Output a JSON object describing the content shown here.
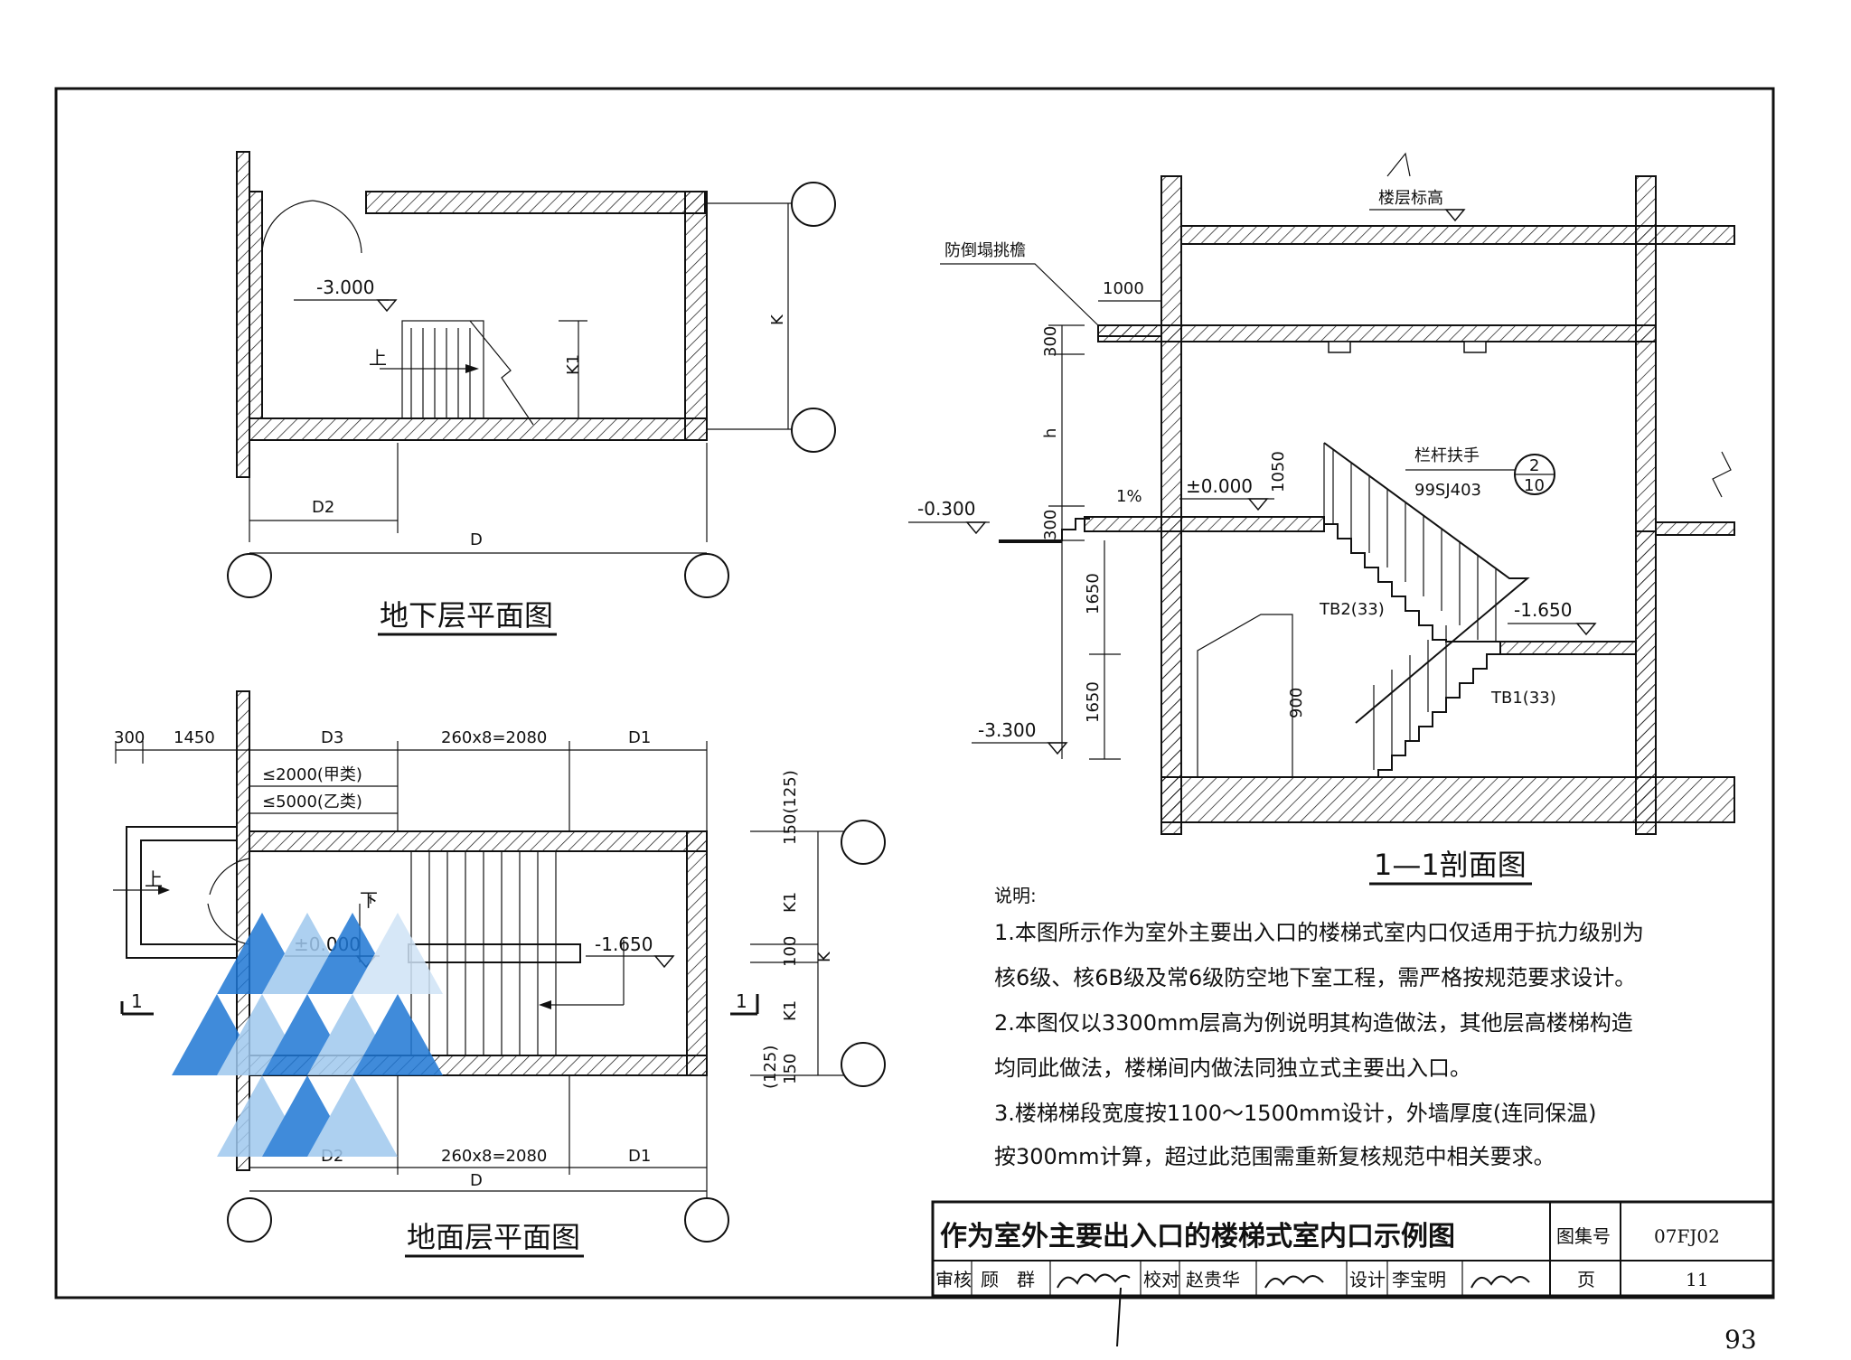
{
  "sheet": {
    "page_number": "93"
  },
  "basement_plan": {
    "title": "地下层平面图",
    "level": "-3.000",
    "up_label": "上",
    "dims": {
      "k": "K",
      "k1": "K1",
      "d2": "D2",
      "d": "D"
    }
  },
  "ground_plan": {
    "title": "地面层平面图",
    "level_top": "±0.000",
    "level_landing": "-1.650",
    "up_label": "上",
    "down_label": "下",
    "section_mark": "1",
    "top_dims": [
      "300",
      "1450",
      "D3",
      "260x8=2080",
      "D1"
    ],
    "limit_a": "≤2000(甲类)",
    "limit_b": "≤5000(乙类)",
    "bottom_dims": [
      "D2",
      "260x8=2080",
      "D1"
    ],
    "total": "D",
    "side_dims": [
      "150(125)",
      "K1",
      "100",
      "K1",
      "150",
      "(125)",
      "K"
    ]
  },
  "section": {
    "title": "1—1剖面图",
    "floor_level_label": "楼层标高",
    "canopy_label": "防倒塌挑檐",
    "canopy_dim": "1000",
    "dims_left": [
      "300",
      "h",
      "1050",
      "300",
      "1650",
      "1650",
      "900"
    ],
    "slope": "1%",
    "level_outside": "-0.300",
    "level_zero": "±0.000",
    "level_landing": "-1.650",
    "level_bottom": "-3.300",
    "railing_label": "栏杆扶手",
    "railing_ref": "99SJ403",
    "detail_num": "2",
    "detail_sheet": "10",
    "flight2": "TB2(33)",
    "flight1": "TB1(33)"
  },
  "notes": {
    "heading": "说明:",
    "lines": [
      "1.本图所示作为室外主要出入口的楼梯式室内口仅适用于抗力级别为",
      "核6级、核6B级及常6级防空地下室工程，需严格按规范要求设计。",
      "2.本图仅以3300mm层高为例说明其构造做法，其他层高楼梯构造",
      "均同此做法，楼梯间内做法同独立式主要出入口。",
      "3.楼梯梯段宽度按1100～1500mm设计，外墙厚度(连同保温)",
      "按300mm计算，超过此范围需重新复核规范中相关要求。"
    ]
  },
  "title_block": {
    "title": "作为室外主要出入口的楼梯式室内口示例图",
    "atlas_label": "图集号",
    "atlas_no": "07FJ02",
    "review_label": "审核",
    "reviewer": "顾　群",
    "check_label": "校对",
    "checker": "赵贵华",
    "design_label": "设计",
    "designer": "李宝明",
    "page_label": "页",
    "page_no": "11"
  },
  "colors": {
    "ink": "#111111",
    "watermark_blue": "#1f77d4",
    "watermark_light": "#9fc8ee"
  }
}
